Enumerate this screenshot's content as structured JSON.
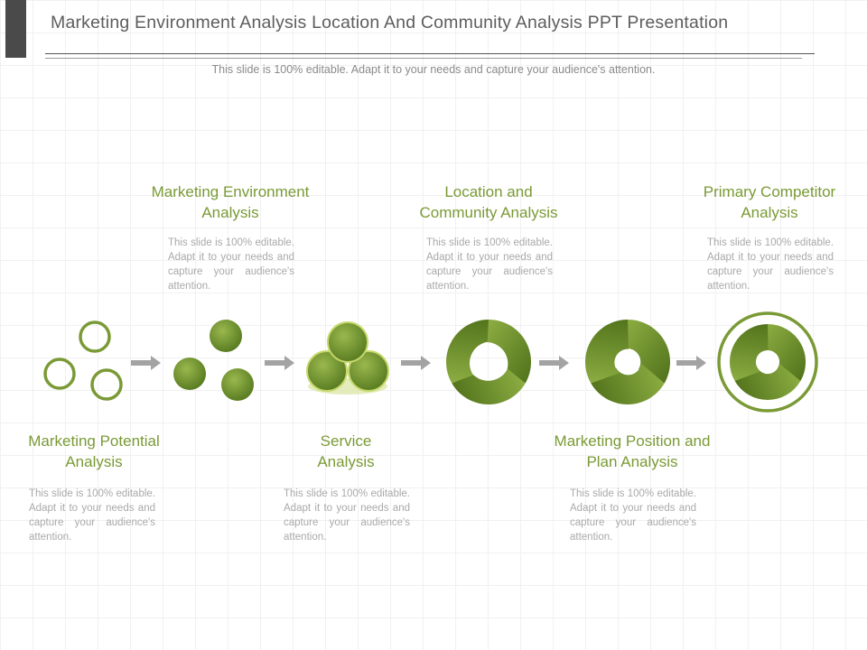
{
  "title": "Marketing Environment Analysis Location And Community Analysis PPT Presentation",
  "subtitle": "This slide is 100% editable. Adapt it to your needs and capture your audience's attention.",
  "colors": {
    "green": "#7a9a35",
    "dark_green": "#4d6d1c",
    "arrow": "#a3a3a3",
    "text_gray": "#a9a9a9"
  },
  "steps": [
    {
      "title_line1": "Marketing Potential",
      "title_line2": "Analysis",
      "desc": "This slide is 100% editable. Adapt it to your needs and capture your audience's attention."
    },
    {
      "title_line1": "Marketing Environment",
      "title_line2": "Analysis",
      "desc": "This slide is 100% editable. Adapt it to your needs and capture your audience's attention."
    },
    {
      "title_line1": "Service",
      "title_line2": "Analysis",
      "desc": "This slide is 100% editable. Adapt it to your needs and capture your audience's attention."
    },
    {
      "title_line1": "Location and",
      "title_line2": "Community Analysis",
      "desc": "This slide is 100% editable. Adapt it to your needs and capture your audience's attention."
    },
    {
      "title_line1": "Marketing Position and",
      "title_line2": "Plan Analysis",
      "desc": "This slide is 100% editable. Adapt it to your needs and capture your audience's attention."
    },
    {
      "title_line1": "Primary Competitor",
      "title_line2": "Analysis",
      "desc": "This slide is 100% editable. Adapt it to your needs and capture your audience's attention."
    }
  ]
}
